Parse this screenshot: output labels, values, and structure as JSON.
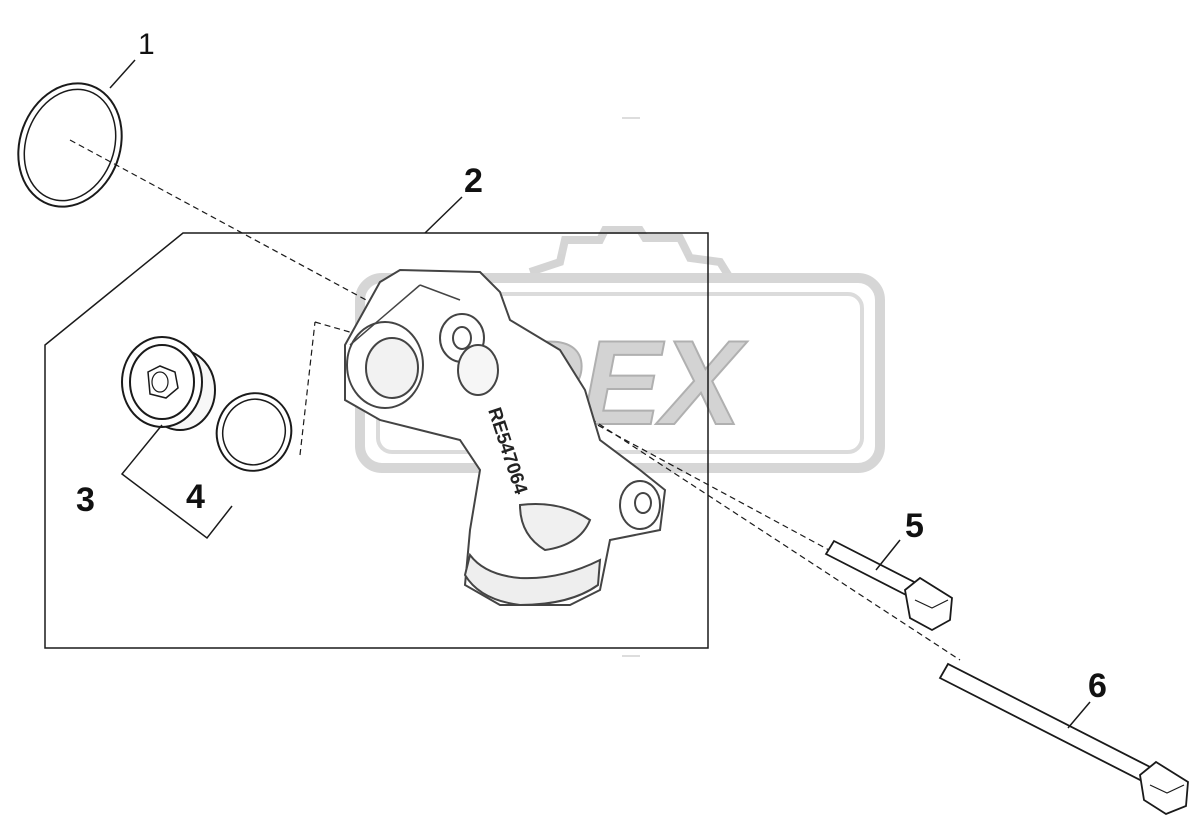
{
  "watermark": {
    "text": "OPEX",
    "color": "#cfcfcf"
  },
  "diagram": {
    "callouts": [
      {
        "id": "1",
        "label": "1"
      },
      {
        "id": "2",
        "label": "2"
      },
      {
        "id": "3",
        "label": "3"
      },
      {
        "id": "4",
        "label": "4"
      },
      {
        "id": "5",
        "label": "5"
      },
      {
        "id": "6",
        "label": "6"
      }
    ],
    "part_number_marking": "RE547064"
  },
  "colors": {
    "line": "#1a1a1a",
    "part_stroke": "#444444",
    "part_fill": "#ffffff",
    "shade": "#e6e6e6"
  }
}
